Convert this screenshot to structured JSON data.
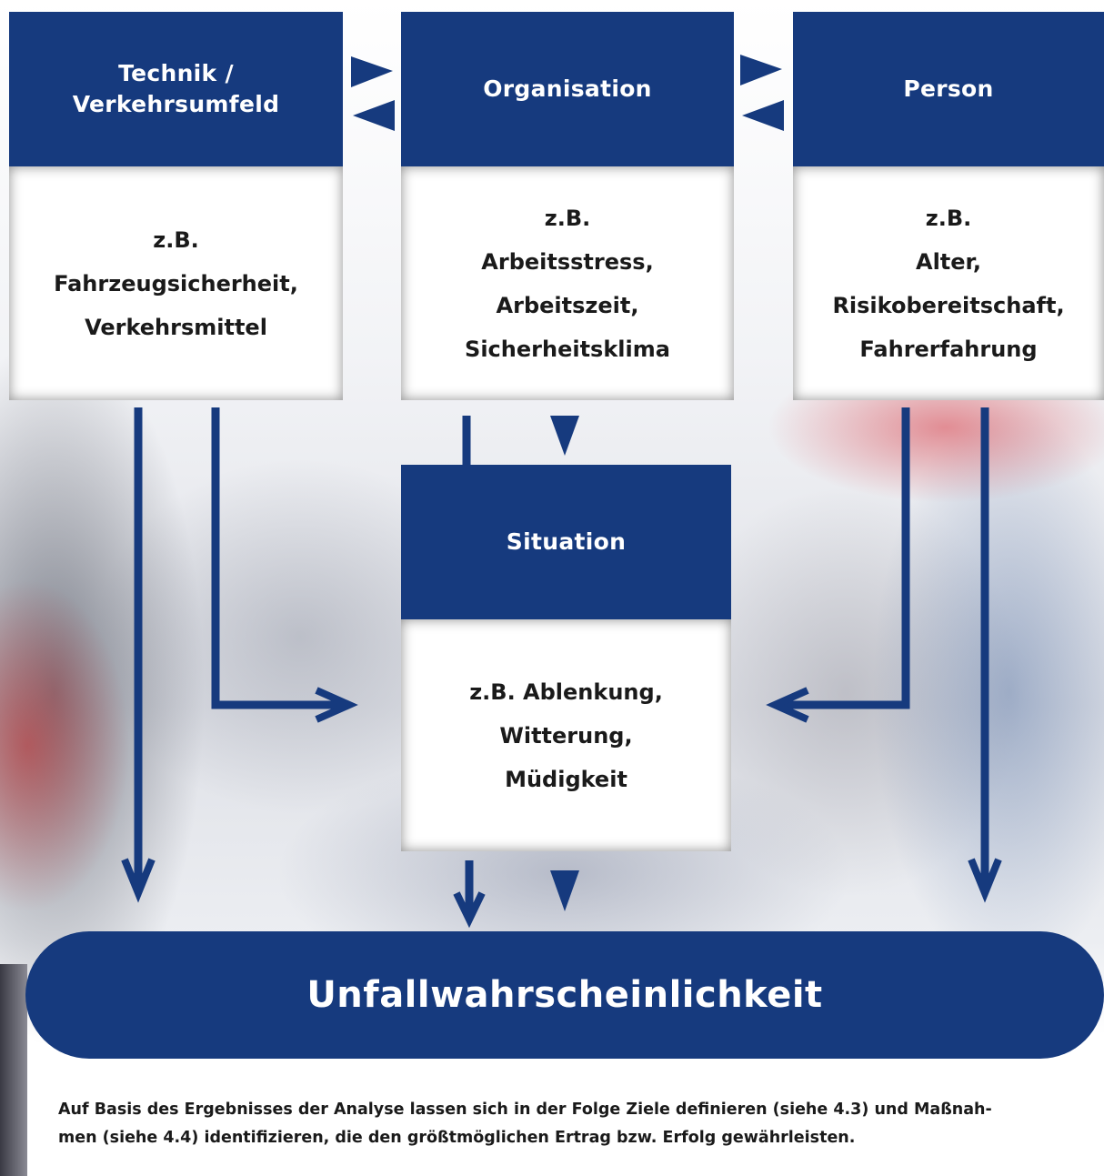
{
  "colors": {
    "navy": "#163a7e",
    "body_bg": "#ffffff",
    "text": "#1a1a1a"
  },
  "columns": {
    "technik": {
      "title_lines": [
        "Technik /",
        "Verkehrsumfeld"
      ],
      "body_lines": [
        "z.B.",
        "Fahrzeugsicherheit,",
        "Verkehrsmittel"
      ]
    },
    "organisation": {
      "title_lines": [
        "Organisation"
      ],
      "body_lines": [
        "z.B.",
        "Arbeitsstress,",
        "Arbeitszeit,",
        "Sicherheitsklima"
      ]
    },
    "person": {
      "title_lines": [
        "Person"
      ],
      "body_lines": [
        "z.B.",
        "Alter,",
        "Risikobereitschaft,",
        "Fahrerfahrung"
      ]
    }
  },
  "situation": {
    "title": "Situation",
    "body_lines": [
      "z.B. Ablenkung,",
      "Witterung,",
      "Müdigkeit"
    ]
  },
  "outcome": "Unfallwahrscheinlichkeit",
  "footnote": "Auf Basis des Ergebnisses der Analyse lassen sich in der Folge Ziele definieren (siehe 4.3) und Maßnah-men (siehe 4.4) identifizieren, die den größtmöglichen Ertrag bzw. Erfolg gewährleisten.",
  "footnote_lines": [
    "Auf Basis des Ergebnisses der Analyse lassen sich in der Folge Ziele definieren (siehe 4.3) und Maßnah-",
    "men (siehe 4.4) identifizieren, die den größtmöglichen Ertrag bzw. Erfolg gewährleisten."
  ]
}
